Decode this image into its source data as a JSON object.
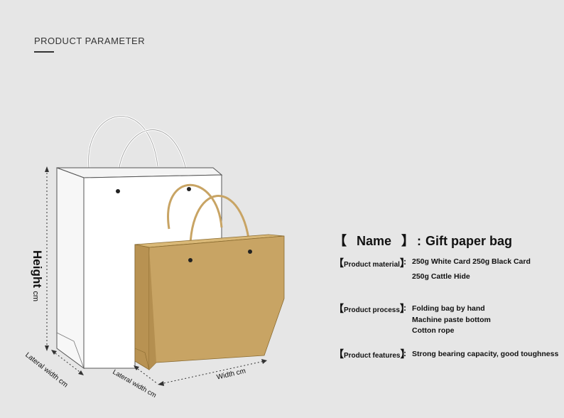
{
  "header": {
    "title": "PRODUCT PARAMETER"
  },
  "dimensions": {
    "height_label": "Height",
    "height_unit": "cm",
    "lateral_width_left": "Lateral width cm",
    "lateral_width_bottom": "Lateral width cm",
    "width": "Width cm"
  },
  "specs": {
    "name": {
      "label": "Name",
      "value": "Gift paper bag"
    },
    "material": {
      "label": "Product material",
      "values": [
        "250g White Card   250g Black Card",
        "250g Cattle Hide"
      ]
    },
    "process": {
      "label": "Product process",
      "values": [
        "Folding bag by hand",
        "Machine paste bottom",
        "Cotton rope"
      ]
    },
    "features": {
      "label": "Product features",
      "values": [
        "Strong bearing capacity, good toughness"
      ]
    }
  },
  "colors": {
    "background": "#e6e6e6",
    "white_bag": "#ffffff",
    "kraft_bag": "#c8a464",
    "kraft_dark": "#a88645",
    "outline": "#444444"
  }
}
